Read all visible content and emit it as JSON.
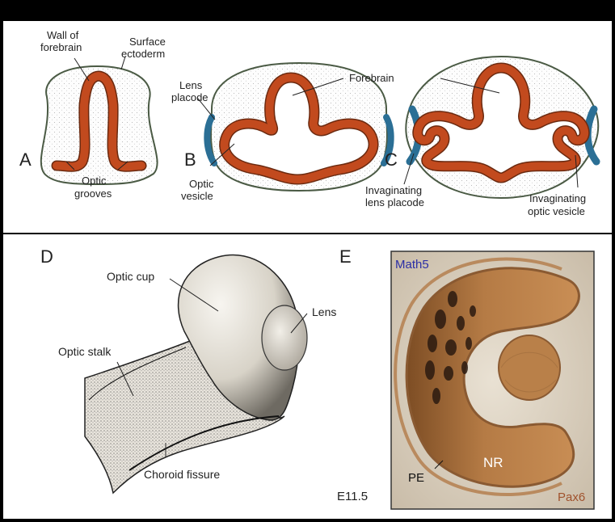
{
  "figure": {
    "top_panel": {
      "panel_a": {
        "letter": "A",
        "labels": {
          "wall_of_forebrain_1": "Wall of",
          "wall_of_forebrain_2": "forebrain",
          "surface_ectoderm_1": "Surface",
          "surface_ectoderm_2": "ectoderm",
          "optic_grooves_1": "Optic",
          "optic_grooves_2": "grooves"
        }
      },
      "panel_b": {
        "letter": "B",
        "labels": {
          "lens_placode_1": "Lens",
          "lens_placode_2": "placode",
          "forebrain": "Forebrain",
          "optic_vesicle_1": "Optic",
          "optic_vesicle_2": "vesicle"
        }
      },
      "panel_c": {
        "letter": "C",
        "labels": {
          "inv_lens_1": "Invaginating",
          "inv_lens_2": "lens placode",
          "inv_optic_1": "Invaginating",
          "inv_optic_2": "optic vesicle"
        }
      }
    },
    "bottom_panel": {
      "panel_d": {
        "letter": "D",
        "labels": {
          "optic_cup": "Optic cup",
          "lens": "Lens",
          "optic_stalk": "Optic stalk",
          "choroid_fissure": "Choroid fissure"
        }
      },
      "panel_e": {
        "letter": "E",
        "labels": {
          "math5": "Math5",
          "nr": "NR",
          "pe": "PE",
          "stage": "E11.5",
          "pax6": "Pax6"
        }
      }
    }
  },
  "colors": {
    "frame": "#000000",
    "panel_bg": "#ffffff",
    "forebrain_wall": "#c24a1e",
    "lens_placode": "#2b6f95",
    "outline": "#3a5a3a",
    "micrograph_brown": "#a86c3c",
    "math5_text": "#2a2ea6",
    "pax6_text": "#a0522d"
  }
}
